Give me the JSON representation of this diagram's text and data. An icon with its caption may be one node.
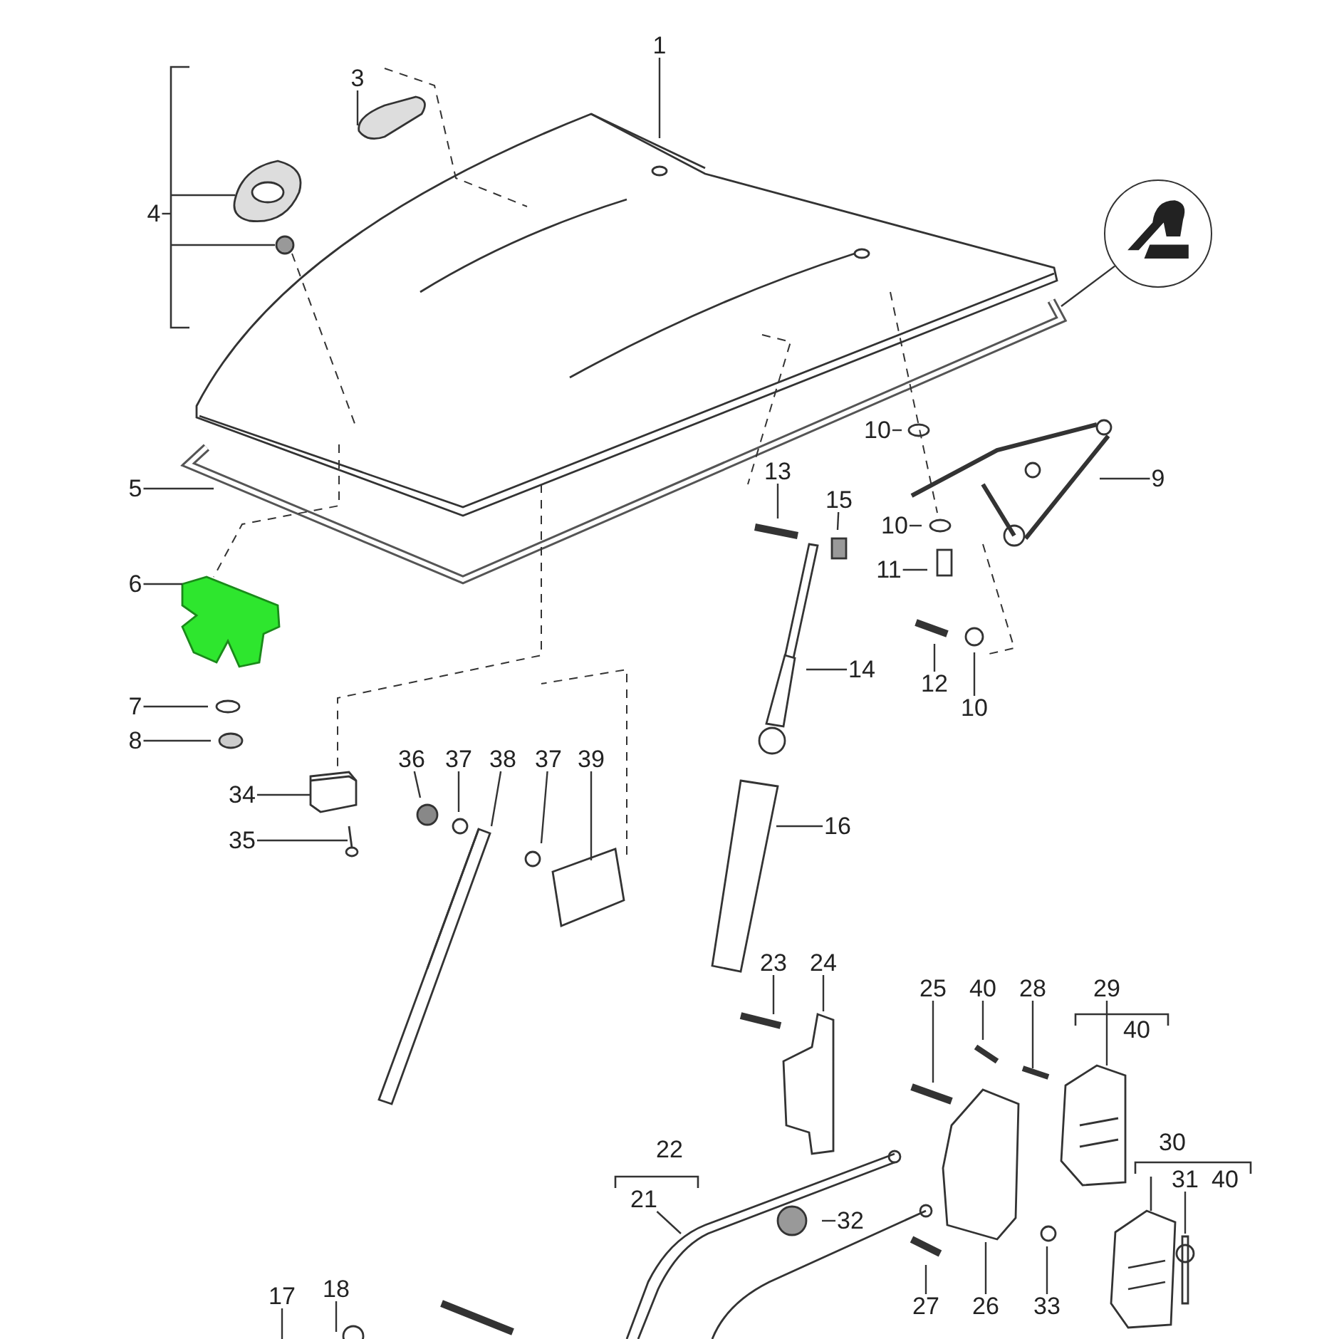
{
  "diagram": {
    "nodes": [
      {
        "text": [
          "1"
        ]
      },
      {
        "text": [
          "3"
        ]
      },
      {
        "text": [
          "4"
        ]
      },
      {
        "text": [],
        "shape": "picture"
      },
      {
        "text": [
          "5"
        ]
      },
      {
        "text": [
          "10"
        ]
      },
      {
        "text": [
          "9"
        ]
      },
      {
        "text": [
          "13"
        ]
      },
      {
        "text": [
          "15"
        ]
      },
      {
        "text": [
          "10"
        ]
      },
      {
        "text": [
          "6"
        ]
      },
      {
        "text": [
          "11"
        ]
      },
      {
        "text": [
          "12"
        ]
      },
      {
        "text": [
          "14"
        ]
      },
      {
        "text": [
          "10"
        ]
      },
      {
        "text": [
          "7"
        ]
      },
      {
        "text": [
          "8"
        ]
      },
      {
        "text": [
          "36"
        ]
      },
      {
        "text": [
          "37"
        ]
      },
      {
        "text": [
          "38"
        ]
      },
      {
        "text": [
          "37"
        ]
      },
      {
        "text": [
          "39"
        ]
      },
      {
        "text": [
          "34"
        ]
      },
      {
        "text": [
          "16"
        ]
      },
      {
        "text": [
          "35"
        ]
      },
      {
        "text": [
          "23"
        ]
      },
      {
        "text": [
          "24"
        ]
      },
      {
        "text": [
          "25"
        ]
      },
      {
        "text": [
          "40"
        ]
      },
      {
        "text": [
          "28"
        ]
      },
      {
        "text": [
          "29"
        ]
      },
      {
        "text": [
          "31"
        ]
      },
      {
        "text": [
          "21"
        ]
      },
      {
        "text": [
          "32"
        ]
      },
      {
        "text": [
          "17"
        ]
      },
      {
        "text": [
          "18"
        ]
      },
      {
        "text": [
          "27"
        ]
      },
      {
        "text": [
          "26"
        ]
      },
      {
        "text": [
          "33"
        ]
      }
    ],
    "edges": [
      {
        "from": 0,
        "to": null,
        "arrow": "none"
      },
      {
        "from": 1,
        "to": null,
        "arrow": "none"
      },
      {
        "from": 2,
        "to": null,
        "arrow": "none"
      },
      {
        "from": 3,
        "to": null,
        "arrow": "none"
      },
      {
        "from": 4,
        "to": null,
        "arrow": "none"
      },
      {
        "from": 5,
        "to": null,
        "arrow": "none"
      },
      {
        "from": 6,
        "to": null,
        "arrow": "none"
      },
      {
        "from": 7,
        "to": null,
        "arrow": "none"
      },
      {
        "from": 8,
        "to": null,
        "arrow": "none"
      },
      {
        "from": 9,
        "to": null,
        "arrow": "none"
      },
      {
        "from": 10,
        "to": null,
        "arrow": "none"
      },
      {
        "from": 11,
        "to": null,
        "arrow": "none"
      },
      {
        "from": 12,
        "to": null,
        "arrow": "none"
      },
      {
        "from": 13,
        "to": null,
        "arrow": "none"
      },
      {
        "from": 14,
        "to": null,
        "arrow": "none"
      },
      {
        "from": 15,
        "to": null,
        "arrow": "none"
      },
      {
        "from": 16,
        "to": null,
        "arrow": "none"
      },
      {
        "from": 17,
        "to": null,
        "arrow": "none"
      },
      {
        "from": 18,
        "to": null,
        "arrow": "none"
      },
      {
        "from": 19,
        "to": null,
        "arrow": "none"
      },
      {
        "from": 20,
        "to": null,
        "arrow": "none"
      },
      {
        "from": 21,
        "to": null,
        "arrow": "none"
      },
      {
        "from": 22,
        "to": null,
        "arrow": "none"
      },
      {
        "from": 23,
        "to": null,
        "arrow": "none"
      },
      {
        "from": 24,
        "to": null,
        "arrow": "none"
      },
      {
        "from": 25,
        "to": null,
        "arrow": "none"
      },
      {
        "from": 26,
        "to": null,
        "arrow": "none"
      },
      {
        "from": 27,
        "to": null,
        "arrow": "none"
      },
      {
        "from": 28,
        "to": null,
        "arrow": "none"
      },
      {
        "from": 29,
        "to": null,
        "arrow": "none"
      },
      {
        "from": 30,
        "to": null,
        "arrow": "none"
      },
      {
        "from": 31,
        "to": null,
        "arrow": "none"
      },
      {
        "from": 32,
        "to": null,
        "arrow": "none"
      },
      {
        "from": 33,
        "to": null,
        "arrow": "none"
      },
      {
        "from": 34,
        "to": null,
        "arrow": "none"
      },
      {
        "from": 35,
        "to": null,
        "arrow": "none"
      },
      {
        "from": 36,
        "to": null,
        "arrow": "none"
      },
      {
        "from": 37,
        "to": null,
        "arrow": "none"
      },
      {
        "from": 38,
        "to": null,
        "arrow": "none"
      }
    ],
    "labels": [
      "40",
      "30",
      "22",
      "40"
    ]
  }
}
